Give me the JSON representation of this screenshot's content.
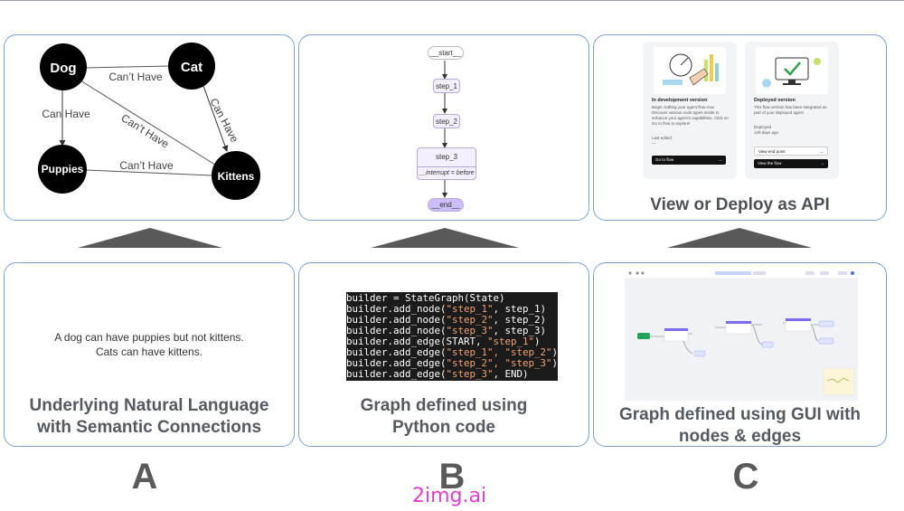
{
  "panels": {
    "a_top": {
      "nodes": {
        "dog": "Dog",
        "cat": "Cat",
        "puppies": "Puppies",
        "kittens": "Kittens"
      },
      "edges": {
        "dog_cat": "Can’t Have",
        "dog_puppies": "Can Have",
        "dog_kittens": "Can’t Have",
        "cat_kittens": "Can Have",
        "puppies_kittens": "Can’t Have"
      }
    },
    "b_top": {
      "start": "__start__",
      "step1": "step_1",
      "step2": "step_2",
      "step3": "step_3",
      "interrupt": "__interrupt = before",
      "end": "__end__"
    },
    "c_top": {
      "caption": "View or Deploy as API",
      "card1": {
        "title": "In development version",
        "desc": "Begin crafting your agent flow now. Discover various node types inside to enhance your agent's capabilities. Click on Go to flow to explore!",
        "meta_label": "Last edited",
        "meta_value": "---",
        "button": "Go to flow"
      },
      "card2": {
        "title": "Deployed version",
        "desc": "This flow version has been integrated as part of your deployed agent",
        "meta_label": "Deployed",
        "meta_value": "129 days ago",
        "button1": "View end point",
        "button2": "View the flow"
      }
    },
    "a_bottom": {
      "text": "A dog can have puppies but not kittens.\nCats can have kittens.",
      "caption": "Underlying Natural Language\nwith Semantic Connections"
    },
    "b_bottom": {
      "code": [
        {
          "pre": "builder = StateGraph(State)",
          "str": "",
          "post": ""
        },
        {
          "pre": "builder.add_node(",
          "str": "\"step_1\"",
          "post": ", step_1)"
        },
        {
          "pre": "builder.add_node(",
          "str": "\"step_2\"",
          "post": ", step_2)"
        },
        {
          "pre": "builder.add_node(",
          "str": "\"step_3\"",
          "post": ", step_3)"
        },
        {
          "pre": "builder.add_edge(START, ",
          "str": "\"step_1\"",
          "post": ")"
        },
        {
          "pre": "builder.add_edge(",
          "str": "\"step_1\", \"step_2\"",
          "post": ")"
        },
        {
          "pre": "builder.add_edge(",
          "str": "\"step_2\", \"step_3\"",
          "post": ")"
        },
        {
          "pre": "builder.add_edge(",
          "str": "\"step_3\"",
          "post": ", END)"
        }
      ],
      "caption": "Graph defined using\nPython code"
    },
    "c_bottom": {
      "caption": "Graph defined using GUI with\nnodes & edges"
    }
  },
  "letters": {
    "a": "A",
    "b": "B",
    "c": "C"
  },
  "watermark": "2img.ai",
  "colors": {
    "panel_border": "#7fa3c7",
    "arrow": "#595959",
    "node_fill": "#000000",
    "flow_node": "#f3efff",
    "watermark": "#e040c8"
  }
}
